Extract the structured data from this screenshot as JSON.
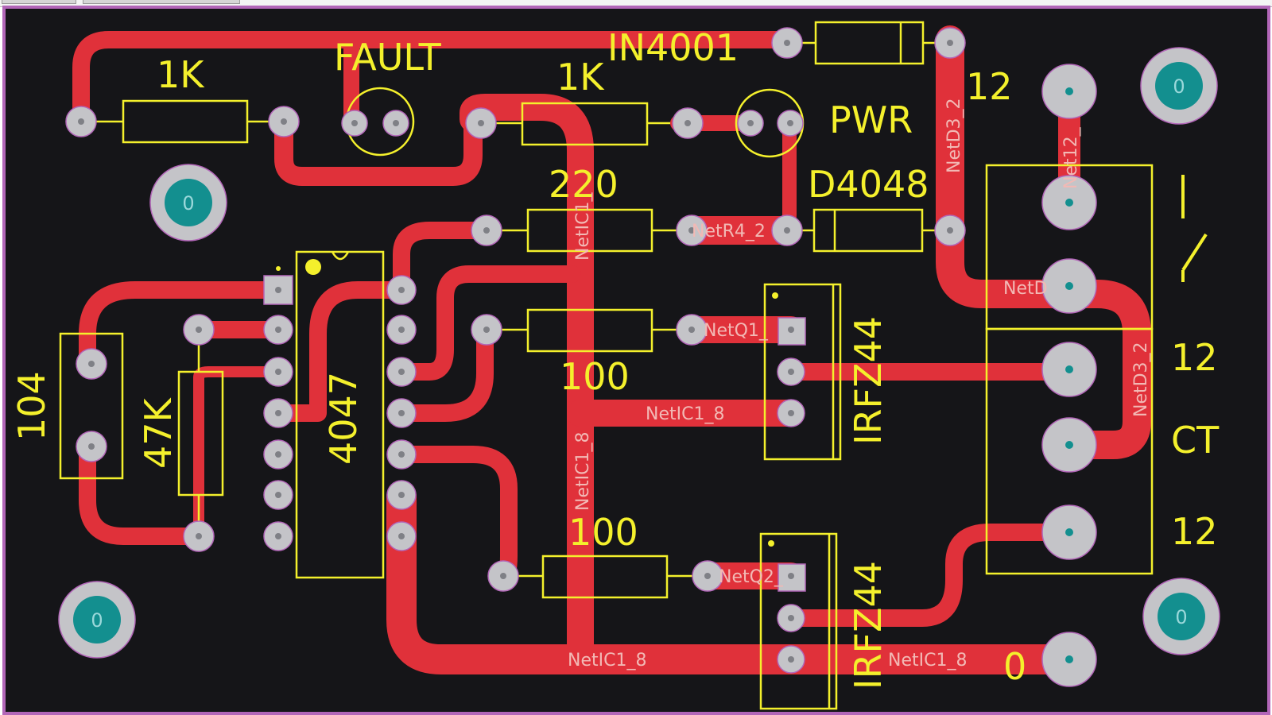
{
  "colors": {
    "board": "#151518",
    "copper": "#e0313a",
    "silkscreen": "#f4f02c",
    "pad": "#c4c4c8",
    "via_ring": "#bcbcc0",
    "mount_hole": "#138f8f",
    "edge": "#b266b8"
  },
  "silkscreen_labels": {
    "r1_value": "1K",
    "r2_value": "1K",
    "fault_led": "FAULT",
    "diode_top": "IN4001",
    "pwr_led": "PWR",
    "res_220": "220",
    "diode_mid": "D4048",
    "res_100_top": "100",
    "res_100_bottom": "100",
    "ic": "4047",
    "cap": "104",
    "pot": "47K",
    "mosfet_top": "IRFZ44",
    "mosfet_bottom": "IRFZ44",
    "conn_12_top": "12",
    "conn_12_mid": "12",
    "conn_ct": "CT",
    "conn_12_bottom": "12",
    "gnd_0": "0"
  },
  "net_labels": {
    "netd3_2_top": "NetD3_2",
    "netd3_2_right": "NetD3_2",
    "net12": "Net12_",
    "netd_conn": "NetD",
    "netic1_top": "NetIC1_",
    "netr4": "NetR4_2",
    "netq1": "NetQ1_",
    "netic1_8_mid": "NetIC1_8",
    "netic1_8_vert": "NetIC1_8",
    "netq2": "NetQ2_",
    "netic1_8_bottom": "NetIC1_8",
    "netic1_8_right": "NetIC1_8"
  },
  "mount_holes": {
    "h1": "0",
    "h2": "0",
    "h3": "0",
    "h4": "0"
  }
}
